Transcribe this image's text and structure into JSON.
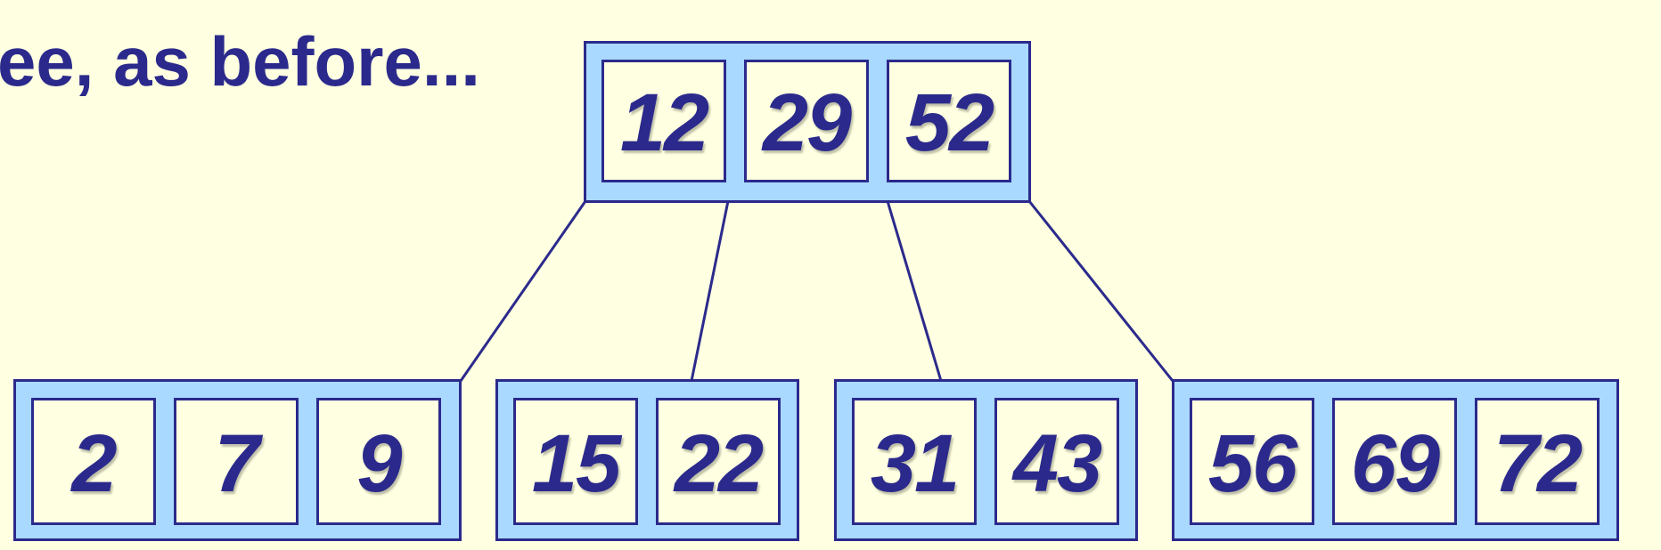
{
  "caption": "ee, as before...",
  "title_fragment": "ing",
  "colors": {
    "background": "#FFFFE1",
    "node_fill": "#A9D9FF",
    "ink": "#2B2A8C"
  },
  "tree": {
    "root": {
      "keys": [
        "12",
        "29",
        "52"
      ]
    },
    "leaves": [
      {
        "keys": [
          "2",
          "7",
          "9"
        ]
      },
      {
        "keys": [
          "15",
          "22"
        ]
      },
      {
        "keys": [
          "31",
          "43"
        ]
      },
      {
        "keys": [
          "56",
          "69",
          "72"
        ]
      }
    ]
  }
}
